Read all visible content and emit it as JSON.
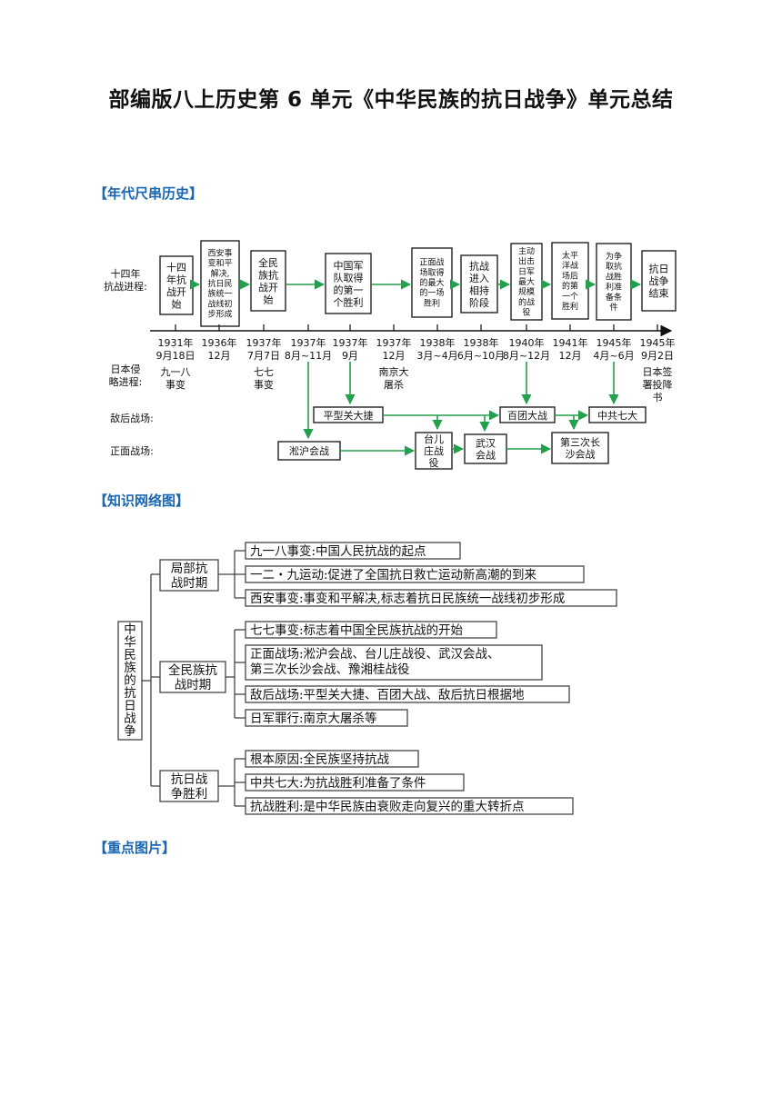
{
  "title": "部编版八上历史第 6 单元《中华民族的抗日战争》单元总结",
  "sections": {
    "timeline": "【年代尺串历史】",
    "network": "【知识网络图】",
    "images": "【重点图片】"
  },
  "timeline": {
    "row_label_progress": [
      "十四年",
      "抗战进程:"
    ],
    "row_label_japan": [
      "日本侵",
      "略进程:"
    ],
    "row_label_enemy_rear": "敌后战场:",
    "row_label_front": "正面战场:",
    "boxes": [
      {
        "lines": [
          "十四",
          "年抗",
          "战开",
          "始"
        ]
      },
      {
        "lines": [
          "西安事",
          "变和平",
          "解决,",
          "抗日民",
          "族统一",
          "战线初",
          "步形成"
        ]
      },
      {
        "lines": [
          "全民",
          "族抗",
          "战开",
          "始"
        ]
      },
      {
        "lines": [
          "中国军",
          "队取得",
          "的第一",
          "个胜利"
        ]
      },
      {
        "lines": [
          "正面战",
          "场取得",
          "的最大",
          "的一场",
          "胜利"
        ]
      },
      {
        "lines": [
          "抗战",
          "进入",
          "相持",
          "阶段"
        ]
      },
      {
        "lines": [
          "主动",
          "出击",
          "日军",
          "最大",
          "规模",
          "的战",
          "役"
        ]
      },
      {
        "lines": [
          "太平",
          "洋战",
          "场后",
          "的第",
          "一个",
          "胜利"
        ]
      },
      {
        "lines": [
          "为争",
          "取抗",
          "战胜",
          "利准",
          "备条",
          "件"
        ]
      },
      {
        "lines": [
          "抗日",
          "战争",
          "结束"
        ]
      }
    ],
    "dates": [
      [
        "1931年",
        "9月18日"
      ],
      [
        "1936年",
        "12月"
      ],
      [
        "1937年",
        "7月7日"
      ],
      [
        "1937年",
        "8月~11月"
      ],
      [
        "1937年",
        "9月"
      ],
      [
        "1937年",
        "12月"
      ],
      [
        "1938年",
        "3月~4月"
      ],
      [
        "1938年",
        "6月~10月"
      ],
      [
        "1940年",
        "8月~12月"
      ],
      [
        "1941年",
        "12月"
      ],
      [
        "1945年",
        "4月~6月"
      ],
      [
        "1945年",
        "9月2日"
      ]
    ],
    "japan_events": [
      [
        "九一八",
        "事变"
      ],
      [
        "七七",
        "事变"
      ],
      [
        "南京大",
        "屠杀"
      ],
      [
        "日本签",
        "署投降",
        "书"
      ]
    ],
    "enemy_rear_boxes": [
      "平型关大捷",
      "百团大战",
      "中共七大"
    ],
    "front_boxes": [
      {
        "lines": [
          "淞沪会战"
        ]
      },
      {
        "lines": [
          "台儿",
          "庄战",
          "役"
        ]
      },
      {
        "lines": [
          "武汉",
          "会战"
        ]
      },
      {
        "lines": [
          "第三次长",
          "沙会战"
        ]
      }
    ]
  },
  "network": {
    "root": [
      "中",
      "华",
      "民",
      "族",
      "的",
      "抗",
      "日",
      "战",
      "争"
    ],
    "periods": [
      {
        "name": [
          "局部抗",
          "战时期"
        ],
        "items": [
          [
            "九一八事变:中国人民抗战的起点"
          ],
          [
            "一二・九运动:促进了全国抗日救亡运动新高潮的到来"
          ],
          [
            "西安事变:事变和平解决,标志着抗日民族统一战线初步形成"
          ]
        ]
      },
      {
        "name": [
          "全民族抗",
          "战时期"
        ],
        "items": [
          [
            "七七事变:标志着中国全民族抗战的开始"
          ],
          [
            "正面战场:淞沪会战、台儿庄战役、武汉会战、",
            "第三次长沙会战、豫湘桂战役"
          ],
          [
            "敌后战场:平型关大捷、百团大战、敌后抗日根据地"
          ],
          [
            "日军罪行:南京大屠杀等"
          ]
        ]
      },
      {
        "name": [
          "抗日战",
          "争胜利"
        ],
        "items": [
          [
            "根本原因:全民族坚持抗战"
          ],
          [
            "中共七大:为抗战胜利准备了条件"
          ],
          [
            "抗战胜利:是中华民族由衰败走向复兴的重大转折点"
          ]
        ]
      }
    ]
  }
}
